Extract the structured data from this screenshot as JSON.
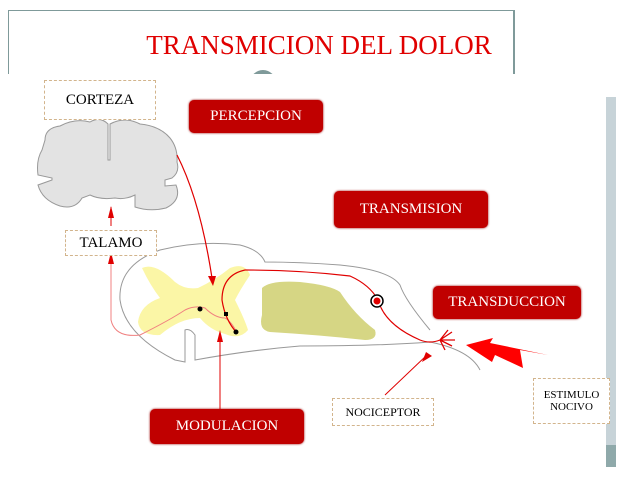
{
  "title": "TRANSMICION DEL DOLOR",
  "labels": {
    "corteza": "CORTEZA",
    "talamo": "TALAMO",
    "nociceptor": "NOCICEPTOR",
    "estimulo_line1": "ESTIMULO",
    "estimulo_line2": "NOCIVO"
  },
  "stages": {
    "percepcion": "PERCEPCION",
    "transmision": "TRANSMISION",
    "transduccion": "TRANSDUCCION",
    "modulacion": "MODULACION"
  },
  "colors": {
    "accent": "#c00000",
    "title": "#e00000",
    "pathway": "#ff0000"
  }
}
